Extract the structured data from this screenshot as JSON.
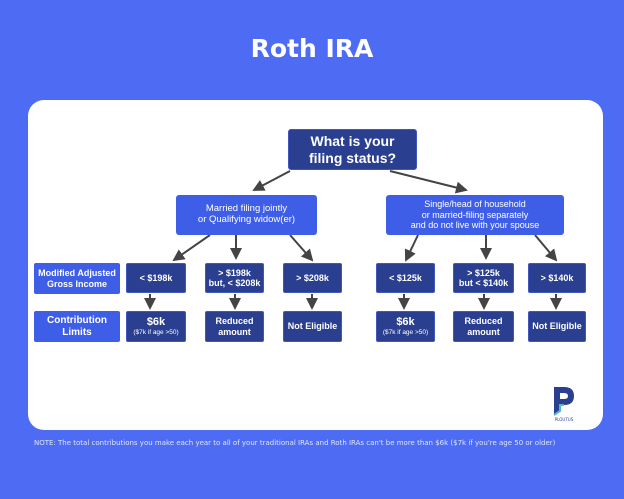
{
  "title": "Roth IRA",
  "root": {
    "line1": "What is your",
    "line2": "filing status?"
  },
  "branches": {
    "married": {
      "line1": "Married filing jointly",
      "line2": "or Qualifying widow(er)"
    },
    "single": {
      "line1": "Single/head of household",
      "line2": "or married-filing separately",
      "line3": "and do not live with your spouse"
    }
  },
  "row_labels": {
    "magi": {
      "line1": "Modified Adjusted",
      "line2": "Gross Income"
    },
    "limits": {
      "line1": "Contribution",
      "line2": "Limits"
    }
  },
  "income": {
    "m1": "< $198k",
    "m2_line1": "> $198k",
    "m2_line2": "but, < $208k",
    "m3": "> $208k",
    "s1": "< $125k",
    "s2_line1": "> $125k",
    "s2_line2": "but < $140k",
    "s3": "> $140k"
  },
  "limits": {
    "m1_main": "$6k",
    "m1_sub": "($7k if age >50)",
    "m2_line1": "Reduced",
    "m2_line2": "amount",
    "m3": "Not Eligible",
    "s1_main": "$6k",
    "s1_sub": "($7k if age >50)",
    "s2_line1": "Reduced",
    "s2_line2": "amount",
    "s3": "Not Eligible"
  },
  "logo_text": "PLOUTUS",
  "note": "NOTE: The total contributions you make each year to all of your traditional IRAs and Roth IRAs can't be more than $6k ($7k if you're age 50 or older)",
  "colors": {
    "background": "#4e6cf3",
    "dark_node": "#2a3f8f",
    "mid_node": "#3f5ee8",
    "card": "#ffffff",
    "connector": "#444444"
  }
}
